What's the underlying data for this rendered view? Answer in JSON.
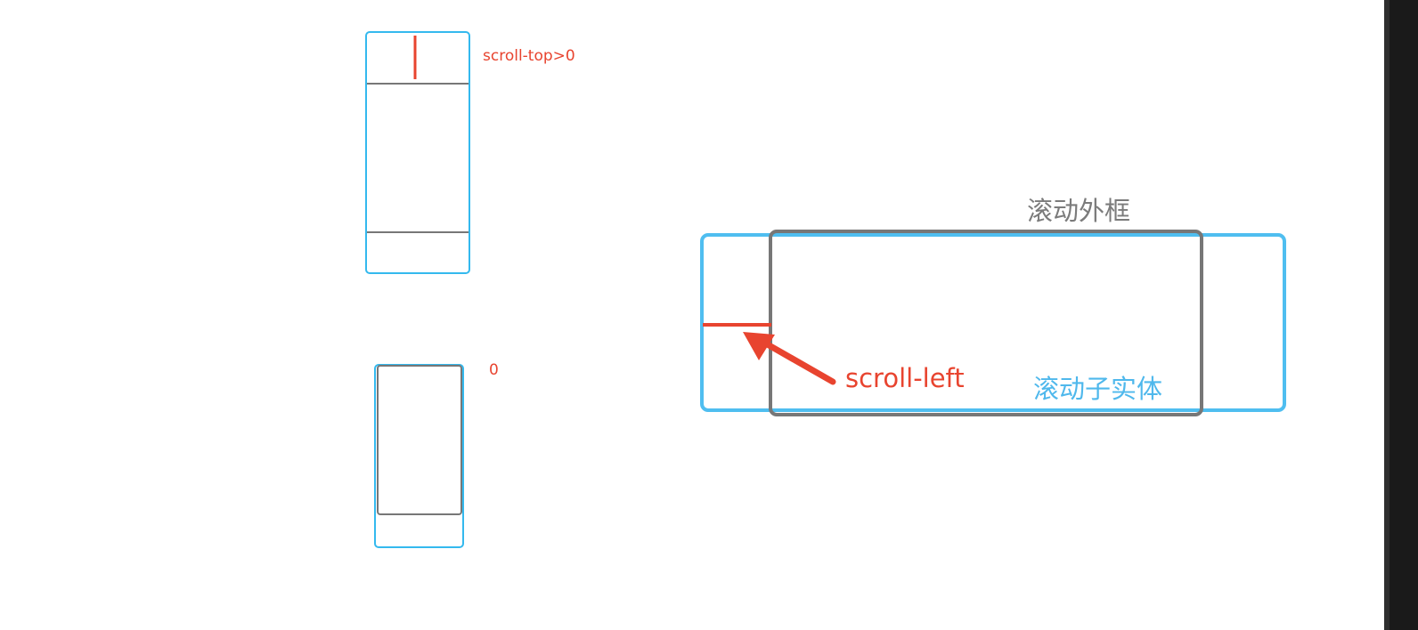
{
  "labels": {
    "scroll_top": "scroll-top>0",
    "zero": "0",
    "outer_frame": "滚动外框",
    "scroll_left": "scroll-left",
    "child_entity": "滚动子实体"
  },
  "colors": {
    "outer_frame": "#777777",
    "child_entity": "#34b9ee",
    "indicator": "#e8442f",
    "sidebar": "#1a1a1a"
  }
}
